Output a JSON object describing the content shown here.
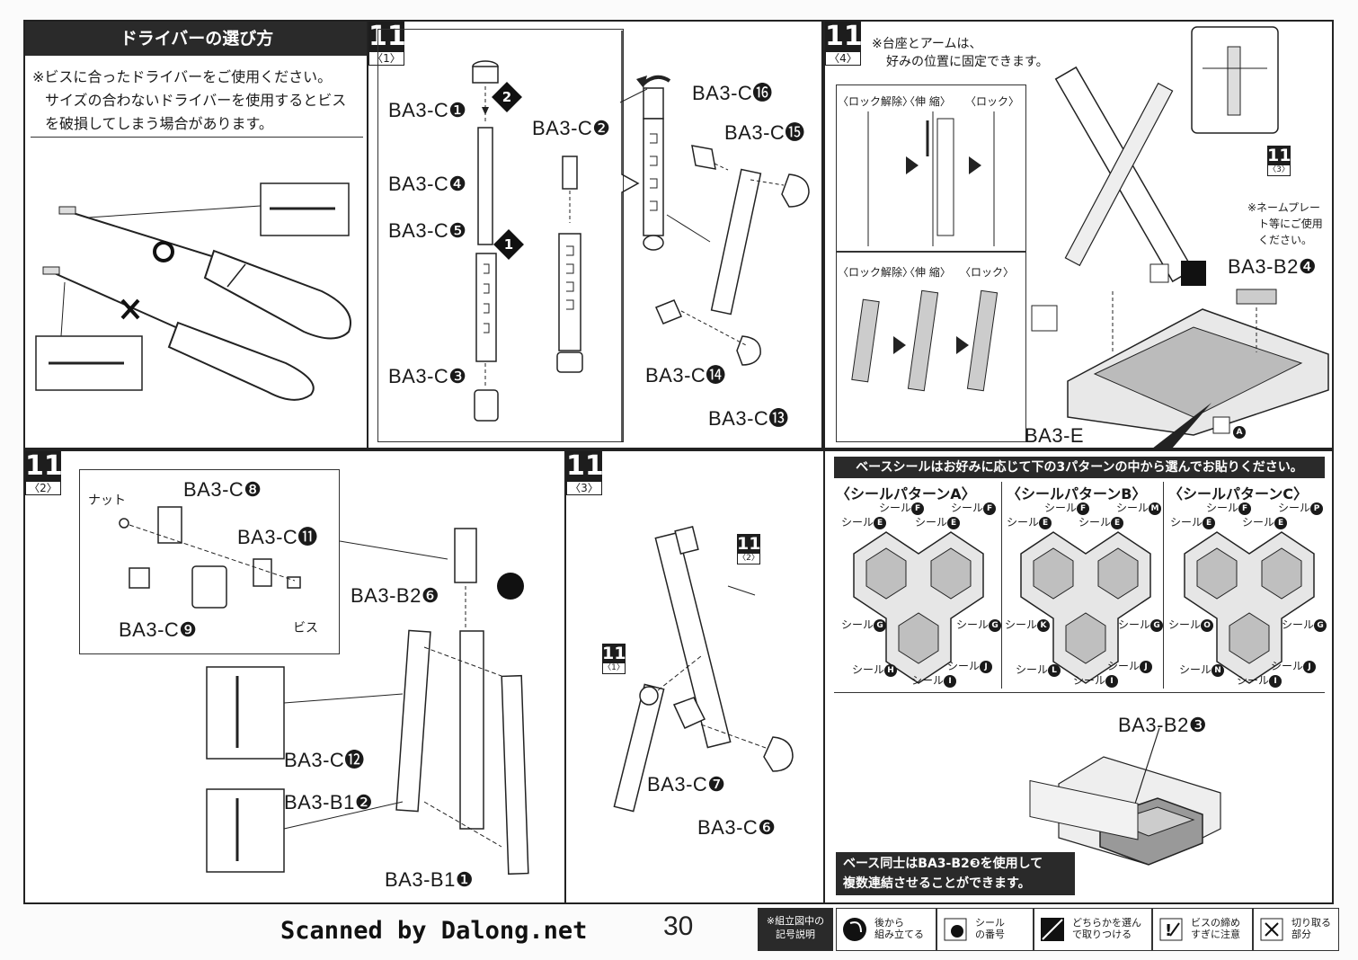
{
  "driver_section": {
    "title": "ドライバーの選び方",
    "note_line1": "※ビスに合ったドライバーをご使用ください。",
    "note_line2": "サイズの合わないドライバーを使用するとビス",
    "note_line3": "を破損してしまう場合があります。",
    "good_mark": "○",
    "bad_mark": "×"
  },
  "step1": {
    "num": "11",
    "sub": "〈1〉",
    "parts": {
      "c1": "BA3-C❶",
      "c4": "BA3-C❹",
      "c5": "BA3-C❺",
      "c3": "BA3-C❸",
      "c2": "BA3-C❷",
      "c16": "BA3-C⓰",
      "c15": "BA3-C⓯",
      "c14": "BA3-C⓮",
      "c13": "BA3-C⓭"
    },
    "order1": "1",
    "order2": "2"
  },
  "step4": {
    "num": "11",
    "sub": "〈4〉",
    "note_line1": "※台座とアームは、",
    "note_line2": "好みの位置に固定できます。",
    "lock_release": "〈ロック解除〉",
    "extend": "〈伸 縮〉",
    "lock": "〈ロック〉",
    "ref_num": "11",
    "ref_sub": "〈3〉",
    "nameplate_note_line1": "※ネームプレー",
    "nameplate_note_line2": "ト等にご使用",
    "nameplate_note_line3": "ください。",
    "part_b2_4": "BA3-B2❹",
    "part_e": "BA3-E",
    "seal_a": "A"
  },
  "step2": {
    "num": "11",
    "sub": "〈2〉",
    "nut": "ナット",
    "screw": "ビス",
    "parts": {
      "c8": "BA3-C❽",
      "c11": "BA3-C⓫",
      "c9": "BA3-C❾",
      "b2_6": "BA3-B2❻",
      "c12": "BA3-C⓬",
      "b1_2": "BA3-B1❷",
      "b1_1": "BA3-B1❶"
    }
  },
  "step3": {
    "num": "11",
    "sub": "〈3〉",
    "ref2_num": "11",
    "ref2_sub": "〈2〉",
    "ref1_num": "11",
    "ref1_sub": "〈1〉",
    "parts": {
      "c7": "BA3-C❼",
      "c6": "BA3-C❻"
    }
  },
  "seal_patterns": {
    "banner": "ベースシールはお好みに応じて下の3パターンの中から選んでお貼りください。",
    "headers": [
      "〈シールパターンA〉",
      "〈シールパターンB〉",
      "〈シールパターンC〉"
    ],
    "seal_word": "シール",
    "patterns": [
      {
        "left_top": "F",
        "left_mid": "E",
        "right_top": "F",
        "right_mid": "E",
        "left_low": "G",
        "right_low": "G",
        "bot_left": "H",
        "bot_mid": "I",
        "bot_right": "J",
        "col_left": "E"
      },
      {
        "left_top": "F",
        "left_mid": "E",
        "right_top": "M",
        "right_mid": "E",
        "left_low": "K",
        "right_low": "G",
        "bot_left": "L",
        "bot_mid": "I",
        "bot_right": "J",
        "col_left": "E"
      },
      {
        "left_top": "F",
        "left_mid": "E",
        "right_top": "P",
        "right_mid": "E",
        "left_low": "O",
        "right_low": "G",
        "bot_left": "N",
        "bot_mid": "I",
        "bot_right": "J",
        "col_left": "E"
      }
    ]
  },
  "connect_section": {
    "part_b2_3": "BA3-B2❸",
    "note_line1": "ベース同士はBA3-B2❸を使用して",
    "note_line2": "複数連結させることができます。"
  },
  "footer": {
    "scanned": "Scanned by Dalong.net",
    "page_number": "30",
    "legend_title_line1": "※組立図中の",
    "legend_title_line2": "記号説明",
    "legend": [
      {
        "icon": "sequence-icon",
        "line1": "後から",
        "line2": "組み立てる"
      },
      {
        "icon": "seal-number-icon",
        "line1": "シール",
        "line2": "の番号"
      },
      {
        "icon": "choose-icon",
        "line1": "どちらかを選ん",
        "line2": "で取りつける"
      },
      {
        "icon": "screw-caution-icon",
        "line1": "ビスの締め",
        "line2": "すぎに注意"
      },
      {
        "icon": "cut-icon",
        "line1": "切り取る",
        "line2": "部分"
      }
    ]
  }
}
